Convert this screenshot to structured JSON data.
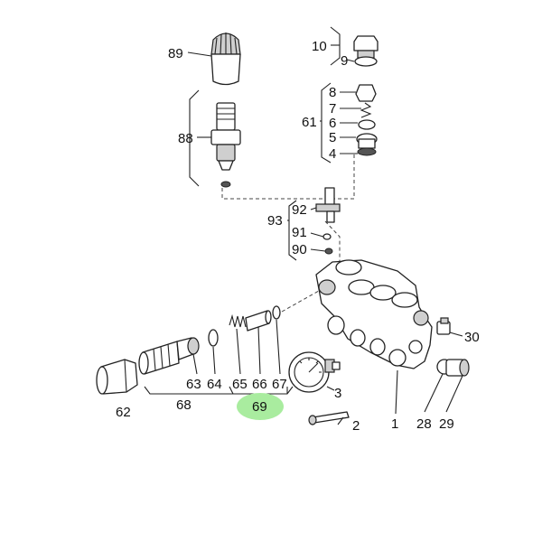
{
  "diagram": {
    "labels": {
      "p89": "89",
      "p88": "88",
      "p10": "10",
      "p9": "9",
      "p8": "8",
      "p7": "7",
      "p61": "61",
      "p6": "6",
      "p5": "5",
      "p4": "4",
      "p92": "92",
      "p93": "93",
      "p91": "91",
      "p90": "90",
      "p30": "30",
      "p3": "3",
      "p63": "63",
      "p64": "64",
      "p65": "65",
      "p66": "66",
      "p67": "67",
      "p68": "68",
      "p69": "69",
      "p62": "62",
      "p2": "2",
      "p1": "1",
      "p28": "28",
      "p29": "29"
    },
    "highlight": {
      "part": "69",
      "color": "#a9ec9f"
    }
  }
}
